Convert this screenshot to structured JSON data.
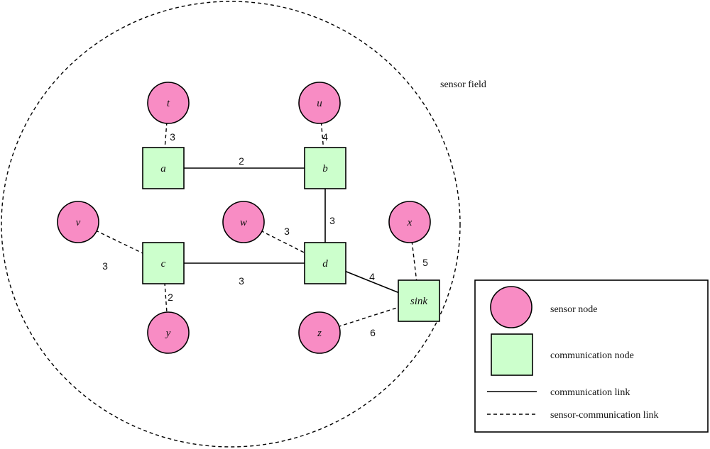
{
  "field_label": "sensor field",
  "colors": {
    "sensor": "#f88cc4",
    "comm": "#ccffcc"
  },
  "nodes": [
    {
      "id": "t",
      "kind": "sensor"
    },
    {
      "id": "u",
      "kind": "sensor"
    },
    {
      "id": "v",
      "kind": "sensor"
    },
    {
      "id": "w",
      "kind": "sensor"
    },
    {
      "id": "x",
      "kind": "sensor"
    },
    {
      "id": "y",
      "kind": "sensor"
    },
    {
      "id": "z",
      "kind": "sensor"
    },
    {
      "id": "a",
      "kind": "comm"
    },
    {
      "id": "b",
      "kind": "comm"
    },
    {
      "id": "c",
      "kind": "comm"
    },
    {
      "id": "d",
      "kind": "comm"
    },
    {
      "id": "sink",
      "kind": "comm"
    }
  ],
  "edges": [
    {
      "from": "t",
      "to": "a",
      "type": "sensor-communication",
      "weight": "3"
    },
    {
      "from": "u",
      "to": "b",
      "type": "sensor-communication",
      "weight": "4"
    },
    {
      "from": "a",
      "to": "b",
      "type": "communication",
      "weight": "2"
    },
    {
      "from": "b",
      "to": "d",
      "type": "communication",
      "weight": "3"
    },
    {
      "from": "w",
      "to": "d",
      "type": "sensor-communication",
      "weight": "3"
    },
    {
      "from": "v",
      "to": "c",
      "type": "sensor-communication",
      "weight": "3"
    },
    {
      "from": "c",
      "to": "d",
      "type": "communication",
      "weight": "3"
    },
    {
      "from": "c",
      "to": "y",
      "type": "sensor-communication",
      "weight": "2"
    },
    {
      "from": "d",
      "to": "sink",
      "type": "communication",
      "weight": "4"
    },
    {
      "from": "x",
      "to": "sink",
      "type": "sensor-communication",
      "weight": "5"
    },
    {
      "from": "z",
      "to": "sink",
      "type": "sensor-communication",
      "weight": "6"
    }
  ],
  "legend": {
    "sensor_node": "sensor node",
    "communication_node": "communication node",
    "communication_link": "communication link",
    "sensor_communication_link": "sensor-communication link"
  }
}
